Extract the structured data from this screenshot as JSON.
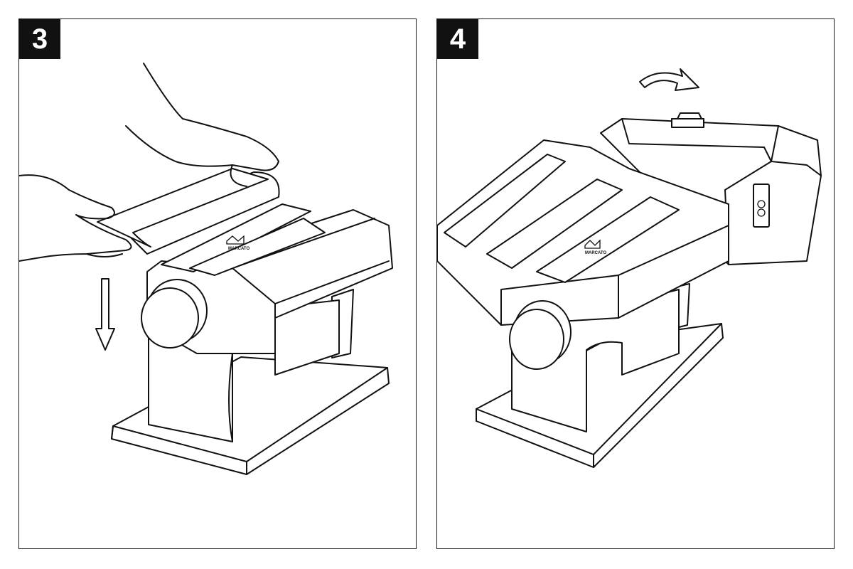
{
  "panels": [
    {
      "step": "3",
      "brand": "MARCATO"
    },
    {
      "step": "4",
      "brand": "MARCATO"
    }
  ],
  "icons": {
    "arrow_down": "down-arrow-icon",
    "arrow_curved": "curved-arrow-icon",
    "socket": "power-socket-icon"
  }
}
